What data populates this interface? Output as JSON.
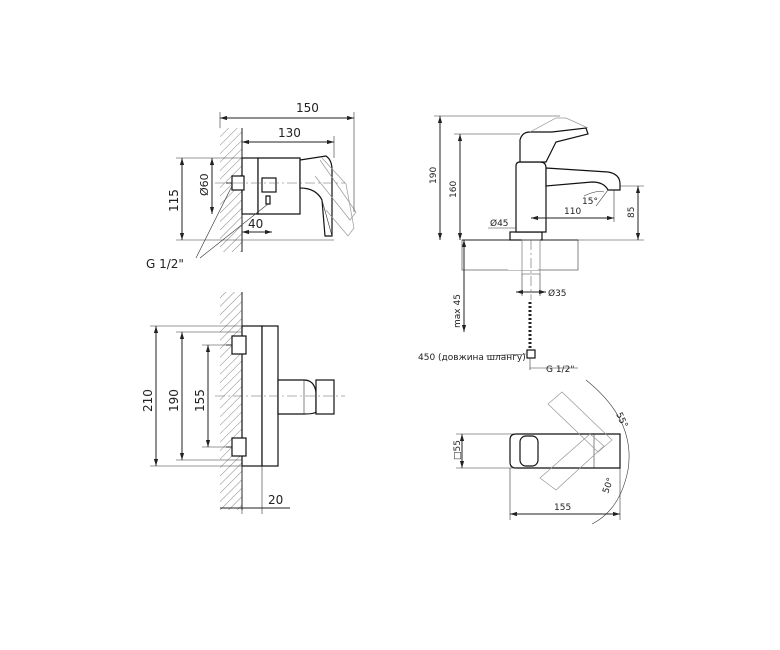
{
  "side_view": {
    "dim_overall_width": "150",
    "dim_body_width": "130",
    "dim_height": "115",
    "dim_diameter": "Ø60",
    "dim_depth": "40",
    "thread_label": "G 1/2\""
  },
  "front_view": {
    "dim_total_height": "210",
    "dim_plate_height": "190",
    "dim_center_distance": "155",
    "dim_offset": "20"
  },
  "basin_side_view": {
    "dim_total_height": "190",
    "dim_body_height": "160",
    "dim_base_diameter": "Ø45",
    "dim_reach": "110",
    "dim_angle": "15°",
    "dim_spout_height": "85",
    "dim_shank_diameter": "Ø35",
    "dim_max_deck": "max 45",
    "hose_length_label": "450 (довжина шлангу)",
    "thread_label": "G 1/2\""
  },
  "basin_top_view": {
    "dim_square": "□55",
    "dim_length": "155",
    "dim_angle_top": "55°",
    "dim_angle_bottom": "50°"
  }
}
